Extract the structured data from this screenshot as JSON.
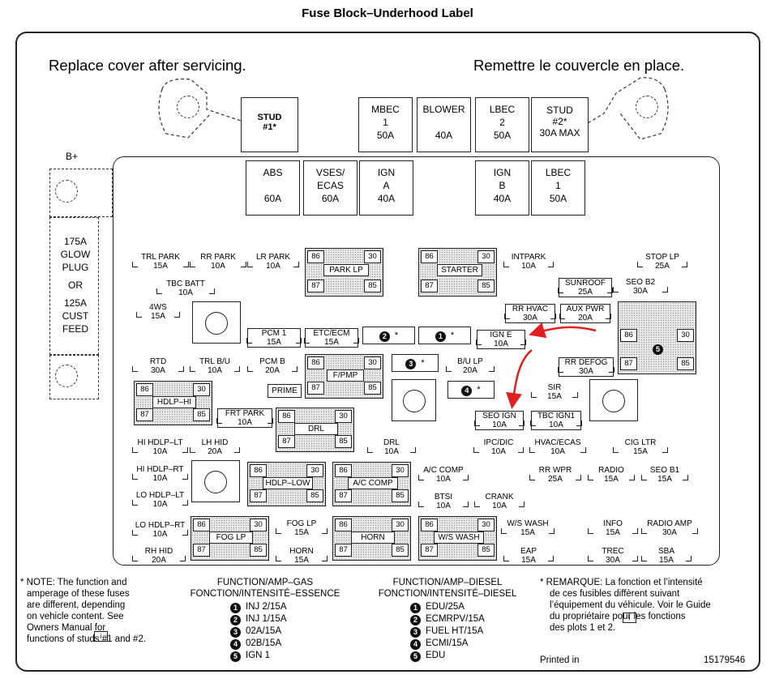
{
  "title": "Fuse Block–Underhood Label",
  "header": {
    "left": "Replace cover after servicing.",
    "right": "Remettre le couvercle en place."
  },
  "b_plus": "B+",
  "glow": {
    "l1": "175A",
    "l2": "GLOW",
    "l3": "PLUG",
    "or": "OR",
    "l4": "125A",
    "l5": "CUST",
    "l6": "FEED"
  },
  "top_row": [
    {
      "name": "STUD",
      "line2": "#1*",
      "amp": ""
    },
    {
      "name": "MBEC",
      "line2": "1",
      "amp": "50A"
    },
    {
      "name": "BLOWER",
      "line2": "",
      "amp": "40A"
    },
    {
      "name": "LBEC",
      "line2": "2",
      "amp": "50A"
    },
    {
      "name": "STUD",
      "line2": "#2*",
      "amp": "30A MAX"
    }
  ],
  "second_row": [
    {
      "name": "ABS",
      "line2": "",
      "amp": "60A"
    },
    {
      "name": "VSES/",
      "line2": "ECAS",
      "amp": "60A"
    },
    {
      "name": "IGN",
      "line2": "A",
      "amp": "40A"
    },
    {
      "name": "IGN",
      "line2": "B",
      "amp": "40A"
    },
    {
      "name": "LBEC",
      "line2": "1",
      "amp": "50A"
    }
  ],
  "fuses": {
    "trl_park": {
      "n": "TRL PARK",
      "a": "15A"
    },
    "rr_park": {
      "n": "RR PARK",
      "a": "10A"
    },
    "lr_park": {
      "n": "LR PARK",
      "a": "10A"
    },
    "tbc_batt": {
      "n": "TBC BATT",
      "a": "10A"
    },
    "fws": {
      "n": "4WS",
      "a": "15A"
    },
    "pcm1": {
      "n": "PCM 1",
      "a": "15A"
    },
    "etc_ecm": {
      "n": "ETC/ECM",
      "a": "15A"
    },
    "rtd": {
      "n": "RTD",
      "a": "30A"
    },
    "trl_bu": {
      "n": "TRL B/U",
      "a": "10A"
    },
    "pcmb": {
      "n": "PCM B",
      "a": "20A"
    },
    "prime": {
      "n": "PRIME",
      "a": ""
    },
    "frt_park": {
      "n": "FRT PARK",
      "a": "10A"
    },
    "hi_hdlp_lt": {
      "n": "HI HDLP–LT",
      "a": "10A"
    },
    "lh_hid": {
      "n": "LH HID",
      "a": "20A"
    },
    "hi_hdlp_rt": {
      "n": "HI HDLP–RT",
      "a": "10A"
    },
    "lo_hdlp_lt": {
      "n": "LO HDLP–LT",
      "a": "10A"
    },
    "lo_hdlp_rt": {
      "n": "LO HDLP–RT",
      "a": "10A"
    },
    "rh_hid": {
      "n": "RH HID",
      "a": "20A"
    },
    "fog_lp": {
      "n": "FOG LP",
      "a": "15A"
    },
    "horn": {
      "n": "HORN",
      "a": "15A"
    },
    "drl": {
      "n": "DRL",
      "a": "10A"
    },
    "ac_comp": {
      "n": "A/C COMP",
      "a": "10A"
    },
    "btsi": {
      "n": "BTSI",
      "a": "10A"
    },
    "crank": {
      "n": "CRANK",
      "a": "10A"
    },
    "intpark": {
      "n": "INTPARK",
      "a": "10A"
    },
    "stop_lp": {
      "n": "STOP LP",
      "a": "25A"
    },
    "sunroof": {
      "n": "SUNROOF",
      "a": "25A"
    },
    "seo_b2": {
      "n": "SEO B2",
      "a": "30A"
    },
    "rr_hvac": {
      "n": "RR HVAC",
      "a": "30A"
    },
    "aux_pwr": {
      "n": "AUX PWR",
      "a": "20A"
    },
    "ign_e": {
      "n": "IGN E",
      "a": "10A"
    },
    "bu_lp": {
      "n": "B/U LP",
      "a": "20A"
    },
    "rr_defog": {
      "n": "RR DEFOG",
      "a": "30A"
    },
    "sir": {
      "n": "SIR",
      "a": "15A"
    },
    "seo_ign": {
      "n": "SEO IGN",
      "a": "10A"
    },
    "tbc_ign1": {
      "n": "TBC IGN1",
      "a": "10A"
    },
    "ipc_dic": {
      "n": "IPC/DIC",
      "a": "10A"
    },
    "hvac_ecas": {
      "n": "HVAC/ECAS",
      "a": "10A"
    },
    "cig_ltr": {
      "n": "CIG LTR",
      "a": "15A"
    },
    "rr_wpr": {
      "n": "RR WPR",
      "a": "25A"
    },
    "radio": {
      "n": "RADIO",
      "a": "15A"
    },
    "seo_b1": {
      "n": "SEO B1",
      "a": "15A"
    },
    "ws_wash": {
      "n": "W/S WASH",
      "a": "15A"
    },
    "info": {
      "n": "INFO",
      "a": "15A"
    },
    "radio_amp": {
      "n": "RADIO AMP",
      "a": "30A"
    },
    "eap": {
      "n": "EAP",
      "a": "15A"
    },
    "trec": {
      "n": "TREC",
      "a": "30A"
    },
    "sba": {
      "n": "SBA",
      "a": "15A"
    }
  },
  "relays": {
    "park_lp": "PARK LP",
    "starter": "STARTER",
    "fpmp": "F/PMP",
    "hdlp_hi": "HDLP–HI",
    "drl": "DRL",
    "hdlp_low": "HDLP–LOW",
    "ac_comp": "A/C COMP",
    "fog_lp": "FOG LP",
    "horn": "HORN",
    "ws_wash": "W/S WASH"
  },
  "pins": {
    "p86": "86",
    "p30": "30",
    "p87": "87",
    "p85": "85"
  },
  "markers": {
    "m1": "1",
    "m2": "2",
    "m3": "3",
    "m4": "4",
    "m5": "5",
    "star": "*"
  },
  "notes": {
    "en": [
      "* NOTE:  The function and",
      "amperage of these fuses",
      "are different, depending",
      "on vehicle content.  See",
      "Owners Manual      for",
      "functions of studs #1 and #2."
    ],
    "gas_title1": "FUNCTION/AMP–GAS",
    "gas_title2": "FONCTION/INTENSITÉ–ESSENCE",
    "gas": [
      "INJ 2/15A",
      "INJ 1/15A",
      "02A/15A",
      "02B/15A",
      "IGN 1"
    ],
    "diesel_title1": "FUNCTION/AMP–DIESEL",
    "diesel_title2": "FONCTION/INTENSITÉ–DIESEL",
    "diesel": [
      "EDU/25A",
      "ECMRPV/15A",
      "FUEL HT/15A",
      "ECMI/15A",
      "EDU"
    ],
    "fr": [
      "* REMARQUE:  La fonction et l’intensité",
      "de ces fusibles diffèrent suivant",
      "l’équipement du véhicule. Voir le Guide",
      "du propriétaire       pour les fonctions",
      "des plots 1 et 2."
    ],
    "printed": "Printed in",
    "part_no": "15179546"
  },
  "arrow_color": "#e02020"
}
